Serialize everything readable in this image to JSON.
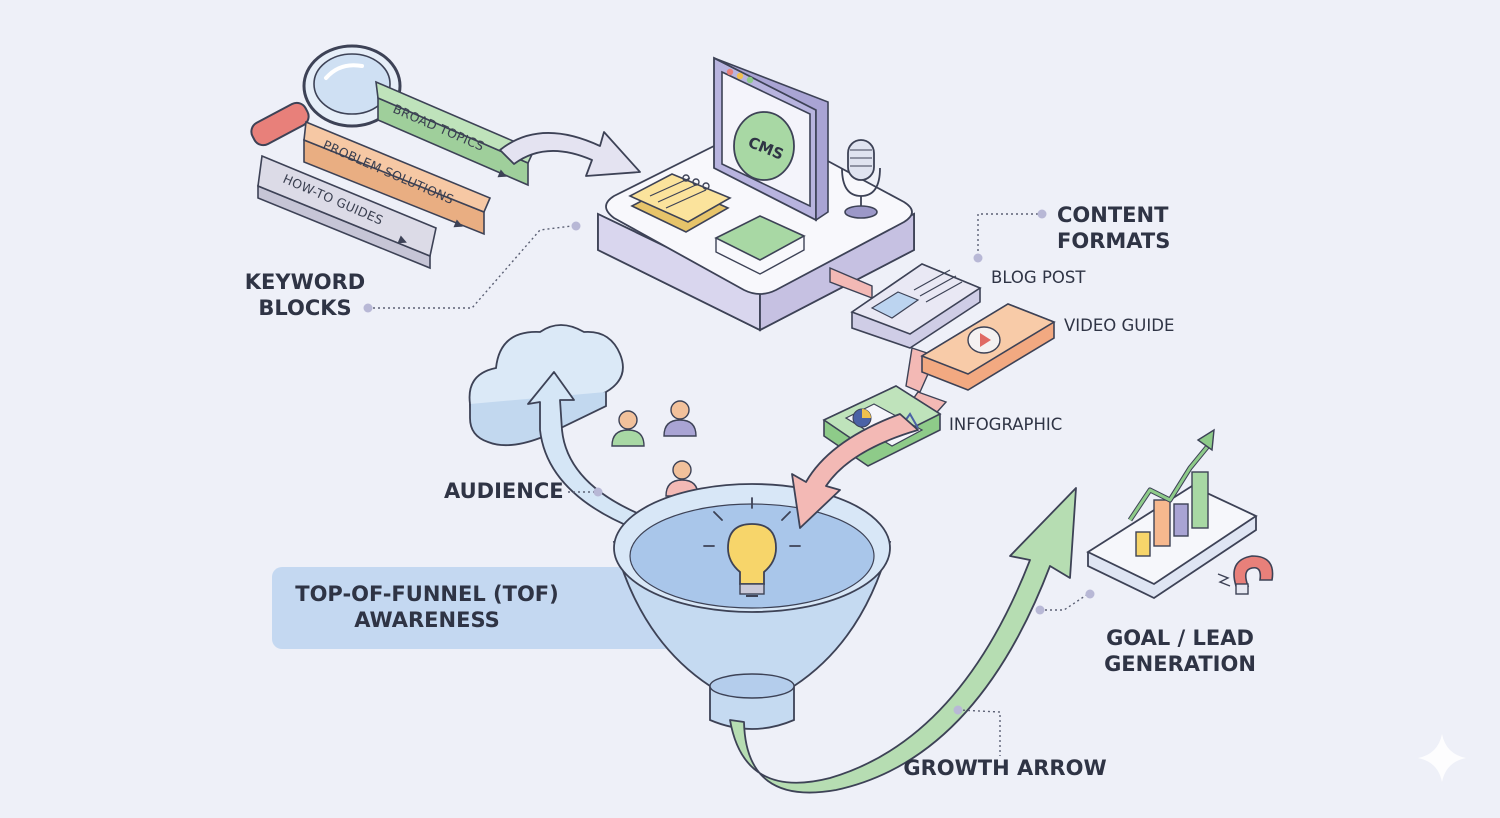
{
  "keyword_blocks": {
    "label_line1": "KEYWORD",
    "label_line2": "BLOCKS",
    "items": [
      {
        "text": "BROAD TOPICS",
        "color": "#bfe3bb"
      },
      {
        "text": "PROBLEM SOLUTIONS",
        "color": "#f6c8a4"
      },
      {
        "text": "HOW-TO GUIDES",
        "color": "#dcdbe7"
      }
    ]
  },
  "cms": {
    "badge": "CMS"
  },
  "content_formats": {
    "label_line1": "CONTENT",
    "label_line2": "FORMATS",
    "blog": "BLOG POST",
    "video": "VIDEO GUIDE",
    "infographic": "INFOGRAPHIC"
  },
  "audience": {
    "label": "AUDIENCE"
  },
  "tof": {
    "line1": "TOP-OF-FUNNEL (TOF)",
    "line2": "AWARENESS"
  },
  "goal": {
    "line1": "GOAL / LEAD",
    "line2": "GENERATION"
  },
  "growth": {
    "label": "GROWTH ARROW"
  },
  "colors": {
    "green": "#a8d8a4",
    "orange": "#f6c8a4",
    "lavender": "#cfcde6",
    "blue": "#bcd4f0",
    "pink": "#f3b9b5",
    "outline": "#3d4256"
  }
}
